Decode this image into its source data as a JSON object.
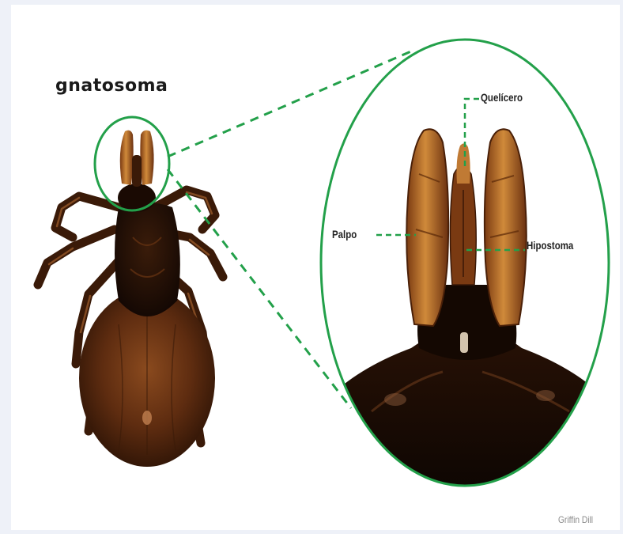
{
  "diagram": {
    "title": "gnatosoma",
    "labels": {
      "quelicero": "Quelícero",
      "palpo": "Palpo",
      "hipostoma": "Hipostoma"
    },
    "credit": "Griffin Dill"
  },
  "colors": {
    "highlight": "#23a04a",
    "page_background": "#eef1f8",
    "tick_body": "#5a2a10",
    "tick_dark": "#1c0d05",
    "tick_light": "#b86a2a"
  }
}
